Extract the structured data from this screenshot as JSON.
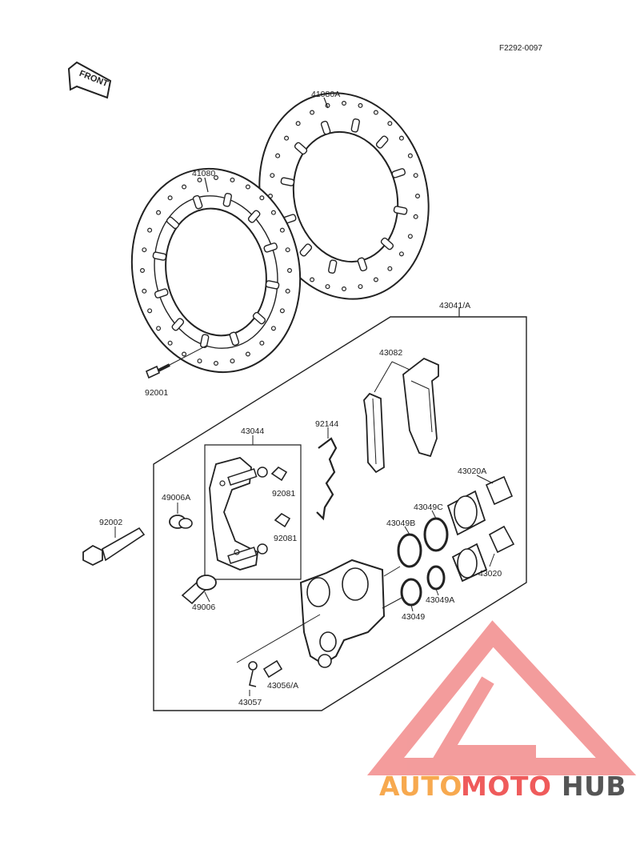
{
  "diagram": {
    "code": "F2292-0097",
    "front_label": "FRONT",
    "parts": {
      "disc_a": "41080A",
      "disc": "41080",
      "bolt_disc": "92001",
      "caliper_assy": "43041/A",
      "pads": "43082",
      "spring": "92144",
      "bracket": "43044",
      "clip_upper": "92081",
      "clip_lower": "92081",
      "boot_a": "49006A",
      "bolt_long": "92002",
      "boot": "49006",
      "piston_a": "43020A",
      "seal_c": "43049C",
      "seal_b": "43049B",
      "piston": "43020",
      "seal_a": "43049A",
      "seal": "43049",
      "bleeder": "43056/A",
      "cap": "43057"
    }
  },
  "watermark": {
    "part1": "AUTO",
    "part2": "MOTO",
    "part3": "HUB",
    "color_light": "#f7a94f",
    "color_mid": "#ef5b5b",
    "color_dark": "#555555",
    "logo_color": "#f28b8b"
  }
}
